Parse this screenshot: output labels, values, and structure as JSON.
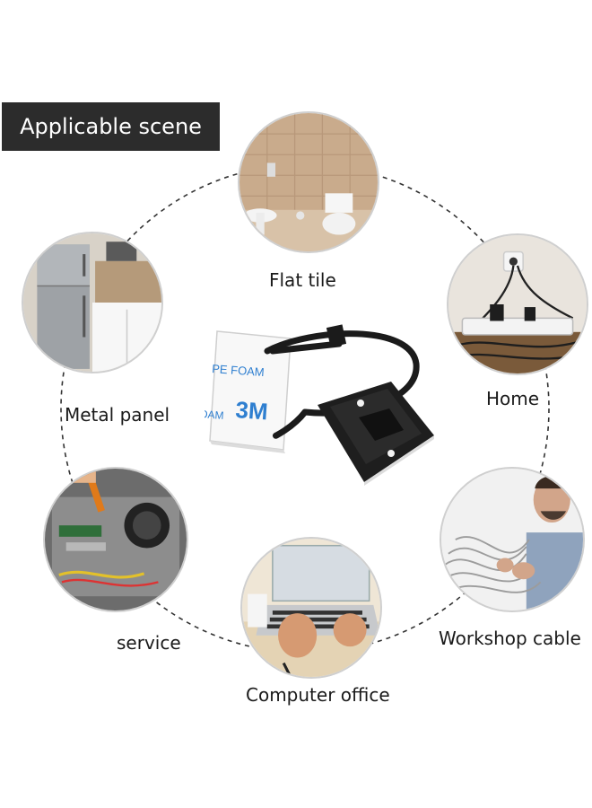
{
  "banner": {
    "title": "Applicable scene"
  },
  "scenes": [
    {
      "id": "flat-tile",
      "label": "Flat tile"
    },
    {
      "id": "home",
      "label": "Home"
    },
    {
      "id": "workshop-cable",
      "label": "Workshop cable"
    },
    {
      "id": "computer-office",
      "label": "Computer office"
    },
    {
      "id": "service",
      "label": "service"
    },
    {
      "id": "metal-panel",
      "label": "Metal panel"
    }
  ],
  "product": {
    "foam_print": "PE FOAM",
    "foam_print_partial": "OAM",
    "brand_logo": "3M"
  },
  "colors": {
    "banner_bg": "#2c2c2c",
    "banner_text": "#ffffff",
    "ring_dash": "#333333",
    "product_black": "#1b1b1b",
    "foam_blue": "#2f7fd0"
  }
}
